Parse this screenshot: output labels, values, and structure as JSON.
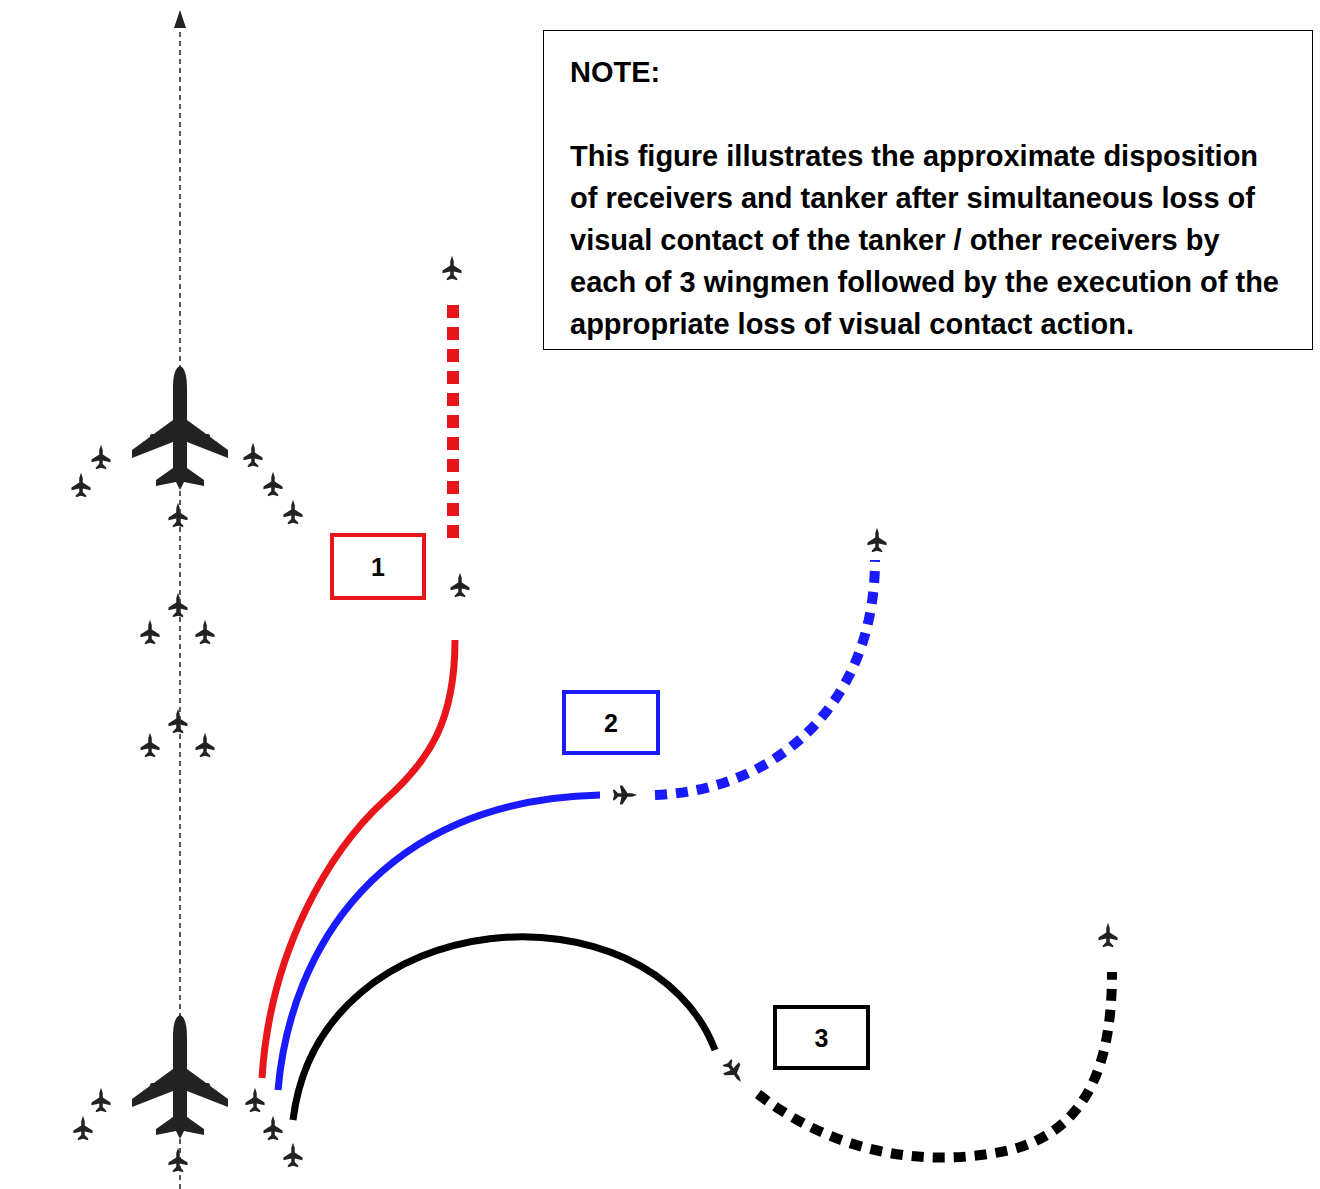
{
  "diagram": {
    "nodes": [
      {
        "text": [
          "NOTE:",
          "This figure illustrates the approximate disposition of receivers and tanker after simultaneous loss of visual contact of the tanker / other receivers by each of 3 wingmen followed by the execution of the appropriate loss of visual contact action."
        ]
      },
      {
        "text": [
          "1"
        ]
      },
      {
        "text": [
          "2"
        ]
      },
      {
        "text": [
          "3"
        ]
      }
    ]
  }
}
